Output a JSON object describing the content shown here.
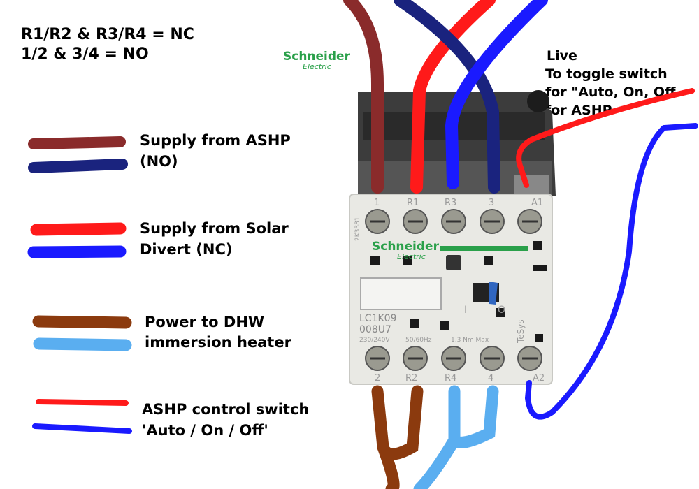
{
  "header": {
    "line1": "R1/R2 & R3/R4 = NC",
    "line2": "1/2 & 3/4 = NO"
  },
  "brand": {
    "name": "Schneider",
    "sub": "Electric",
    "color": "#2aa04a"
  },
  "device": {
    "model": "LC1K09",
    "code": "008U7",
    "voltage": "230/240V",
    "freq": "50/60Hz",
    "torque": "1,3 Nm Max",
    "side_mark": "TeSys",
    "part_no": "2K3381",
    "top_terminals": [
      "1",
      "R1",
      "R3",
      "3",
      "A1"
    ],
    "bottom_terminals": [
      "2",
      "R2",
      "R4",
      "4",
      "A2"
    ],
    "switch_marks": [
      "I",
      "O"
    ]
  },
  "annotation": {
    "line1": "Live",
    "line2": "To toggle switch",
    "line3": "for \"Auto, On, Off",
    "line4": "for ASHP"
  },
  "legend": [
    {
      "line1": "Supply from ASHP",
      "line2": "(NO)",
      "colors": [
        "#8a2b2b",
        "#1a237e"
      ],
      "icons": [
        "dark-red-wire-icon",
        "navy-wire-icon"
      ]
    },
    {
      "line1": "Supply from Solar",
      "line2": "Divert (NC)",
      "colors": [
        "#ff1a1a",
        "#1a1aff"
      ],
      "icons": [
        "red-wire-icon",
        "blue-wire-icon"
      ]
    },
    {
      "line1": "Power to DHW",
      "line2": "immersion heater",
      "colors": [
        "#8b3a0e",
        "#5aaef0"
      ],
      "icons": [
        "brown-wire-icon",
        "light-blue-wire-icon"
      ]
    },
    {
      "line1": "ASHP control switch",
      "line2": "'Auto / On / Off'",
      "colors": [
        "#ff1a1a",
        "#1a1aff"
      ],
      "icons": [
        "thin-red-wire-icon",
        "thin-blue-wire-icon"
      ]
    }
  ]
}
